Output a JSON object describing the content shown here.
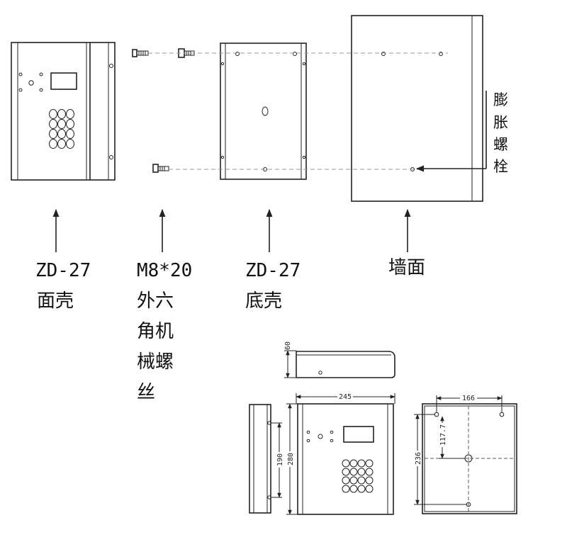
{
  "labels": {
    "face_shell": [
      "ZD-27",
      "面壳"
    ],
    "screw": [
      "M8*20",
      "外六",
      "角机",
      "械螺",
      "丝"
    ],
    "base_shell": [
      "ZD-27",
      "底壳"
    ],
    "wall": "墙面",
    "expansion_bolt": [
      "膨",
      "胀",
      "螺",
      "栓"
    ]
  },
  "dimensions": {
    "depth": "60",
    "width": "245",
    "height": "280",
    "side_hole_spacing": "190",
    "hole_spacing_h": "166",
    "hole_spacing_v": "236",
    "hole_offset": "117.7"
  },
  "colors": {
    "line": "#222222",
    "background": "#ffffff",
    "dash": "#999999"
  }
}
